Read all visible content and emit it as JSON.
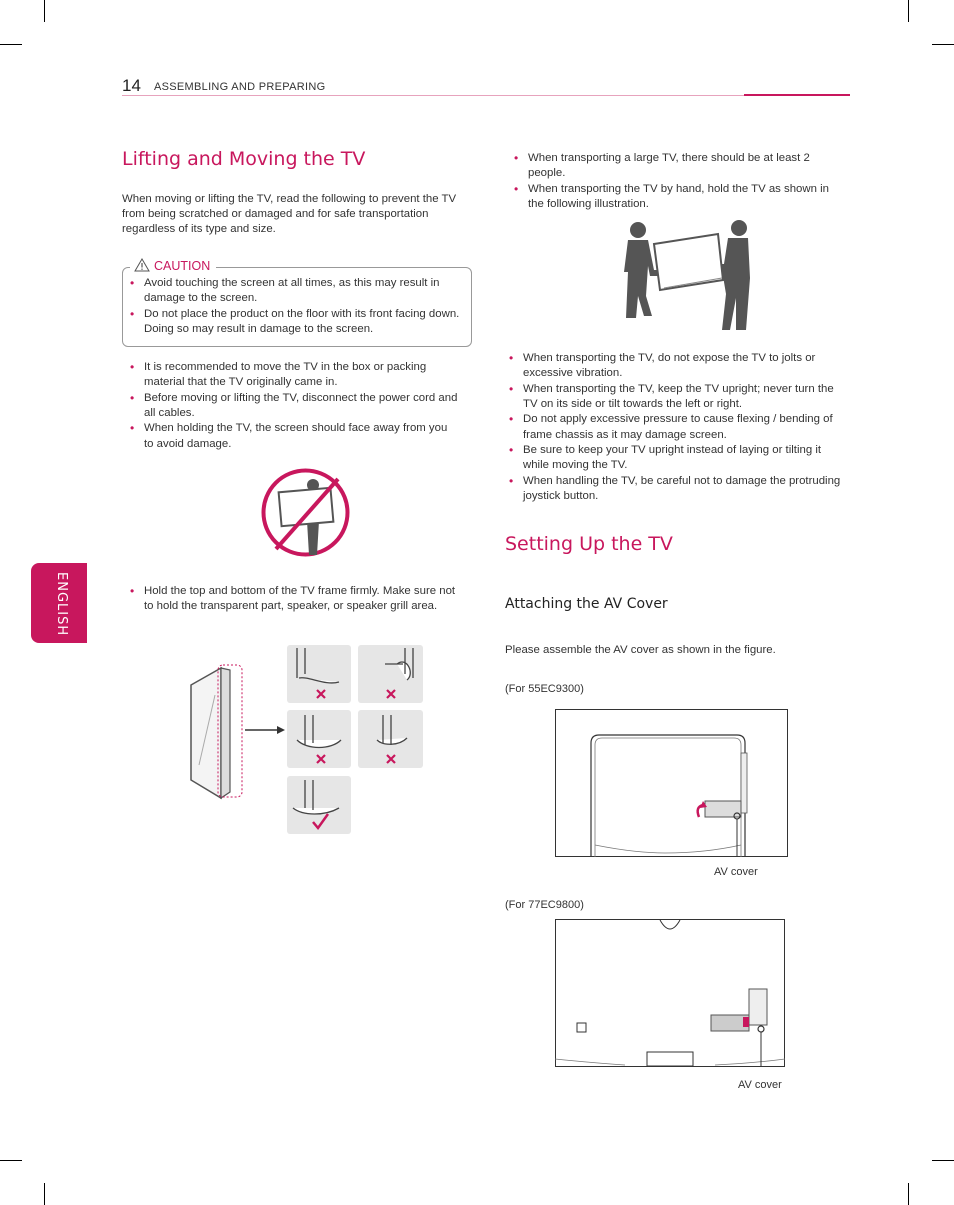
{
  "header": {
    "page_number": "14",
    "section": "ASSEMBLING AND PREPARING"
  },
  "side_tab": {
    "label": "ENGLISH"
  },
  "lifting": {
    "title": "Lifting and Moving the TV",
    "intro": "When moving or lifting the TV, read the following to prevent the TV from being scratched or damaged and for safe transportation regardless of its type and size.",
    "caution_label": "CAUTION",
    "caution_items": [
      "Avoid touching the screen at all times, as this may result in damage to the screen.",
      "Do not place the product on the floor with its front facing down. Doing so may result in damage to the screen."
    ],
    "items": [
      "It is recommended to move the TV in the box or packing material that the TV originally came in.",
      "Before moving or lifting the TV, disconnect the power cord and all cables.",
      "When holding the TV, the screen should face away from you to avoid damage."
    ],
    "hold_item": "Hold the top and bottom of the TV frame firmly. Make sure not to hold the transparent part, speaker, or speaker grill area."
  },
  "transport": {
    "items_top": [
      "When transporting a large TV, there should be at least 2 people.",
      "When transporting the TV by hand, hold the TV as shown in the following illustration."
    ],
    "items_bottom": [
      "When transporting the TV, do not expose the TV to jolts or excessive vibration.",
      "When transporting the TV, keep the TV upright; never turn the TV on its side or tilt towards the left or right.",
      "Do not apply excessive pressure to cause flexing / bending of frame chassis as it may damage screen.",
      "Be sure to keep your TV upright instead of laying or tilting it while moving the TV.",
      "When handling the TV, be careful not to damage the protruding joystick button."
    ]
  },
  "setup": {
    "title": "Setting Up the TV",
    "subtitle": "Attaching the AV Cover",
    "instruction": "Please assemble the AV cover as shown in the figure.",
    "model1": "(For 55EC9300)",
    "model2": "(For 77EC9800)",
    "av_cover_label": "AV cover"
  },
  "colors": {
    "accent": "#c8175d",
    "text": "#333333"
  }
}
